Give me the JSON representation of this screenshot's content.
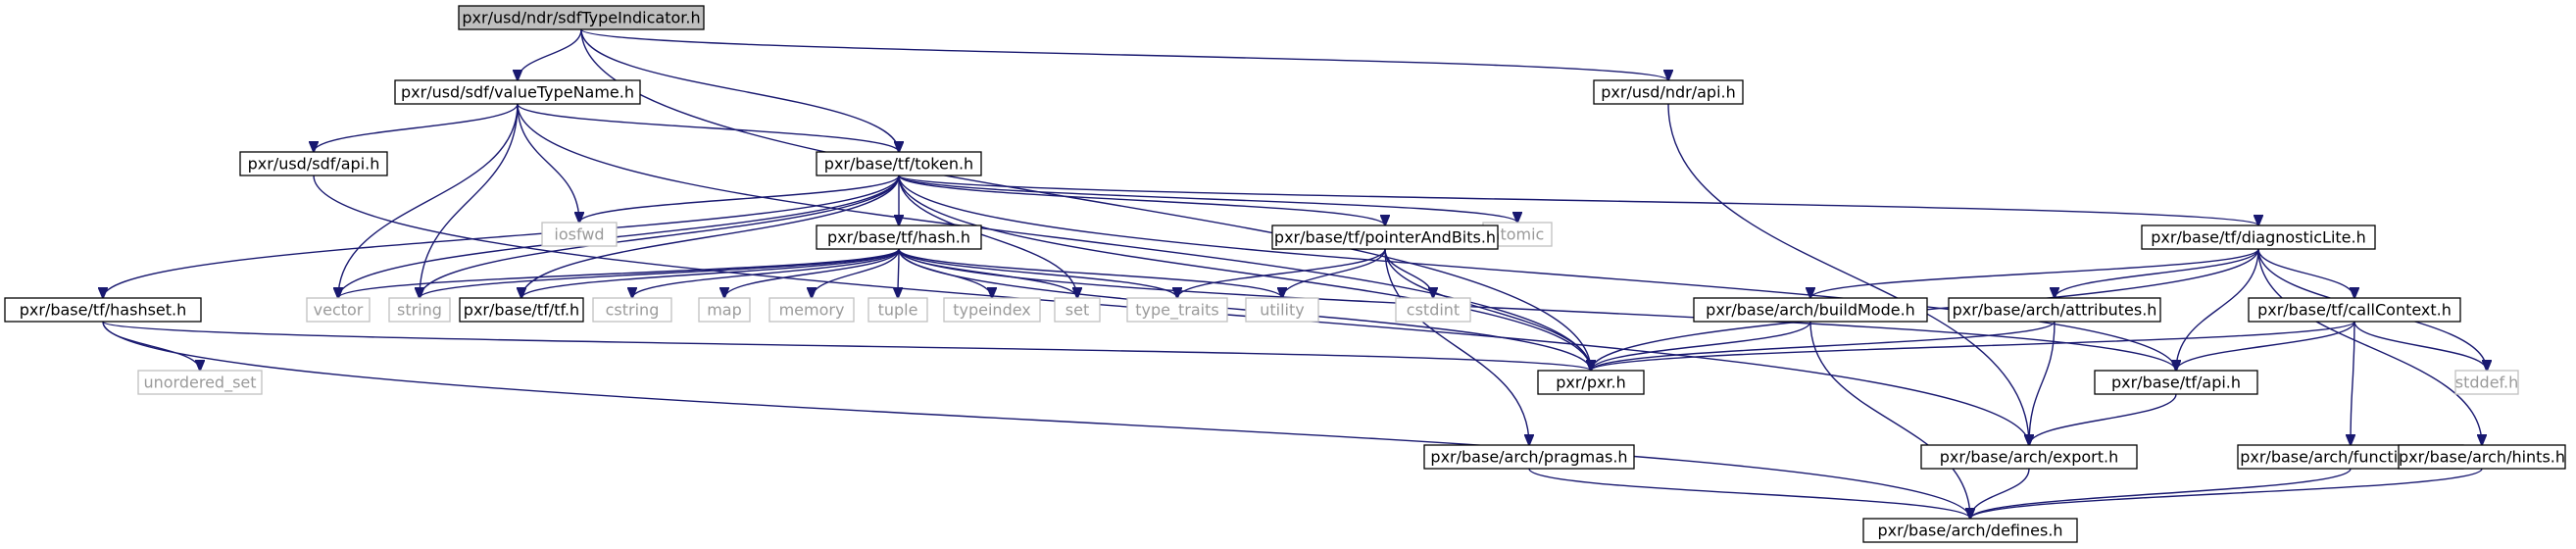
{
  "nodes": [
    {
      "id": "root",
      "label": "pxr/usd/ndr/sdfTypeIndicator.h",
      "kind": "root"
    },
    {
      "id": "valueTypeName",
      "label": "pxr/usd/sdf/valueTypeName.h",
      "kind": "file"
    },
    {
      "id": "ndrApi",
      "label": "pxr/usd/ndr/api.h",
      "kind": "file"
    },
    {
      "id": "sdfApi",
      "label": "pxr/usd/sdf/api.h",
      "kind": "file"
    },
    {
      "id": "token",
      "label": "pxr/base/tf/token.h",
      "kind": "file"
    },
    {
      "id": "iosfwd",
      "label": "iosfwd",
      "kind": "external"
    },
    {
      "id": "atomic",
      "label": "atomic",
      "kind": "external"
    },
    {
      "id": "hash",
      "label": "pxr/base/tf/hash.h",
      "kind": "file"
    },
    {
      "id": "pointerAndBits",
      "label": "pxr/base/tf/pointerAndBits.h",
      "kind": "file"
    },
    {
      "id": "diagnosticLite",
      "label": "pxr/base/tf/diagnosticLite.h",
      "kind": "file"
    },
    {
      "id": "hashset",
      "label": "pxr/base/tf/hashset.h",
      "kind": "file"
    },
    {
      "id": "vector",
      "label": "vector",
      "kind": "external"
    },
    {
      "id": "string",
      "label": "string",
      "kind": "external"
    },
    {
      "id": "tf",
      "label": "pxr/base/tf/tf.h",
      "kind": "file"
    },
    {
      "id": "cstring",
      "label": "cstring",
      "kind": "external"
    },
    {
      "id": "map",
      "label": "map",
      "kind": "external"
    },
    {
      "id": "memory",
      "label": "memory",
      "kind": "external"
    },
    {
      "id": "tuple",
      "label": "tuple",
      "kind": "external"
    },
    {
      "id": "typeindex",
      "label": "typeindex",
      "kind": "external"
    },
    {
      "id": "set",
      "label": "set",
      "kind": "external"
    },
    {
      "id": "type_traits",
      "label": "type_traits",
      "kind": "external"
    },
    {
      "id": "utility",
      "label": "utility",
      "kind": "external"
    },
    {
      "id": "cstdint",
      "label": "cstdint",
      "kind": "external"
    },
    {
      "id": "buildMode",
      "label": "pxr/base/arch/buildMode.h",
      "kind": "file"
    },
    {
      "id": "attributes",
      "label": "pxr/base/arch/attributes.h",
      "kind": "file"
    },
    {
      "id": "callContext",
      "label": "pxr/base/tf/callContext.h",
      "kind": "file"
    },
    {
      "id": "unordered_set",
      "label": "unordered_set",
      "kind": "external"
    },
    {
      "id": "pxr",
      "label": "pxr/pxr.h",
      "kind": "file"
    },
    {
      "id": "tfApi",
      "label": "pxr/base/tf/api.h",
      "kind": "file"
    },
    {
      "id": "stddef",
      "label": "stddef.h",
      "kind": "external"
    },
    {
      "id": "pragmas",
      "label": "pxr/base/arch/pragmas.h",
      "kind": "file"
    },
    {
      "id": "export",
      "label": "pxr/base/arch/export.h",
      "kind": "file"
    },
    {
      "id": "functionLite",
      "label": "pxr/base/arch/functionLite.h",
      "kind": "file"
    },
    {
      "id": "hints",
      "label": "pxr/base/arch/hints.h",
      "kind": "file"
    },
    {
      "id": "defines",
      "label": "pxr/base/arch/defines.h",
      "kind": "file"
    }
  ],
  "edges": [
    [
      "root",
      "valueTypeName"
    ],
    [
      "root",
      "ndrApi"
    ],
    [
      "root",
      "token"
    ],
    [
      "root",
      "pxr"
    ],
    [
      "valueTypeName",
      "sdfApi"
    ],
    [
      "valueTypeName",
      "token"
    ],
    [
      "valueTypeName",
      "iosfwd"
    ],
    [
      "valueTypeName",
      "vector"
    ],
    [
      "valueTypeName",
      "string"
    ],
    [
      "valueTypeName",
      "pxr"
    ],
    [
      "ndrApi",
      "export"
    ],
    [
      "sdfApi",
      "export"
    ],
    [
      "token",
      "iosfwd"
    ],
    [
      "token",
      "atomic"
    ],
    [
      "token",
      "hash"
    ],
    [
      "token",
      "pointerAndBits"
    ],
    [
      "token",
      "diagnosticLite"
    ],
    [
      "token",
      "hashset"
    ],
    [
      "token",
      "vector"
    ],
    [
      "token",
      "string"
    ],
    [
      "token",
      "tf"
    ],
    [
      "token",
      "set"
    ],
    [
      "token",
      "pxr"
    ],
    [
      "token",
      "tfApi"
    ],
    [
      "hash",
      "vector"
    ],
    [
      "hash",
      "string"
    ],
    [
      "hash",
      "tf"
    ],
    [
      "hash",
      "cstring"
    ],
    [
      "hash",
      "map"
    ],
    [
      "hash",
      "memory"
    ],
    [
      "hash",
      "tuple"
    ],
    [
      "hash",
      "typeindex"
    ],
    [
      "hash",
      "set"
    ],
    [
      "hash",
      "type_traits"
    ],
    [
      "hash",
      "utility"
    ],
    [
      "hash",
      "pxr"
    ],
    [
      "hash",
      "tfApi"
    ],
    [
      "pointerAndBits",
      "type_traits"
    ],
    [
      "pointerAndBits",
      "utility"
    ],
    [
      "pointerAndBits",
      "cstdint"
    ],
    [
      "pointerAndBits",
      "pxr"
    ],
    [
      "pointerAndBits",
      "pragmas"
    ],
    [
      "diagnosticLite",
      "buildMode"
    ],
    [
      "diagnosticLite",
      "attributes"
    ],
    [
      "diagnosticLite",
      "callContext"
    ],
    [
      "diagnosticLite",
      "pxr"
    ],
    [
      "diagnosticLite",
      "tfApi"
    ],
    [
      "diagnosticLite",
      "stddef"
    ],
    [
      "diagnosticLite",
      "hints"
    ],
    [
      "hashset",
      "unordered_set"
    ],
    [
      "hashset",
      "pxr"
    ],
    [
      "hashset",
      "defines"
    ],
    [
      "buildMode",
      "pxr"
    ],
    [
      "buildMode",
      "defines"
    ],
    [
      "attributes",
      "pxr"
    ],
    [
      "attributes",
      "export"
    ],
    [
      "callContext",
      "pxr"
    ],
    [
      "callContext",
      "tfApi"
    ],
    [
      "callContext",
      "stddef"
    ],
    [
      "callContext",
      "functionLite"
    ],
    [
      "tfApi",
      "export"
    ],
    [
      "pragmas",
      "defines"
    ],
    [
      "export",
      "defines"
    ],
    [
      "functionLite",
      "defines"
    ],
    [
      "hints",
      "defines"
    ]
  ]
}
